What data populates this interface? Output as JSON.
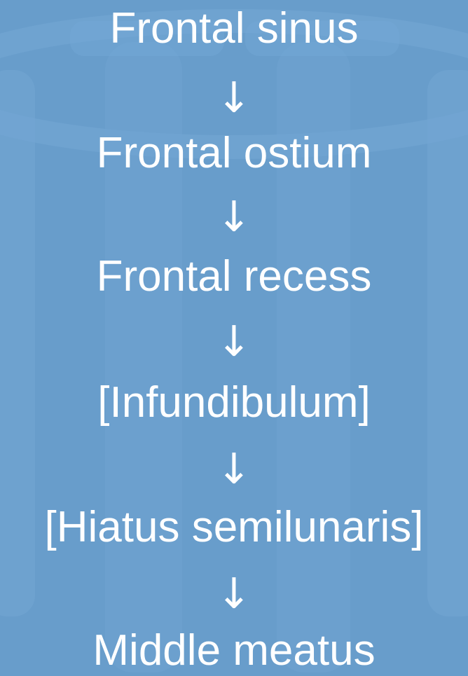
{
  "theme": {
    "background": "#689dcb",
    "text_color": "#ffffff"
  },
  "flow": {
    "steps": [
      "Frontal sinus",
      "Frontal ostium",
      "Frontal recess",
      "[Infundibulum]",
      "[Hiatus semilunaris]",
      "Middle meatus"
    ],
    "arrow_glyph": "↓"
  }
}
